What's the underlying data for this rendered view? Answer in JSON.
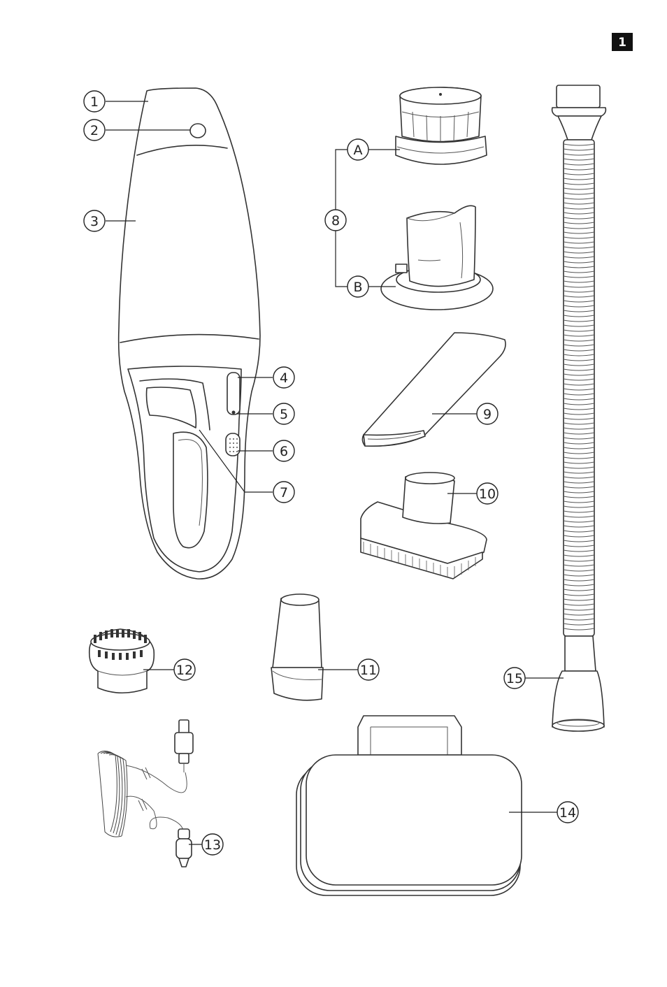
{
  "page_number": "1",
  "callouts": {
    "c1": "1",
    "c2": "2",
    "c3": "3",
    "c4": "4",
    "c5": "5",
    "c6": "6",
    "c7": "7",
    "c8": "8",
    "cA": "A",
    "cB": "B",
    "c9": "9",
    "c10": "10",
    "c11": "11",
    "c12": "12",
    "c13": "13",
    "c14": "14",
    "c15": "15"
  }
}
